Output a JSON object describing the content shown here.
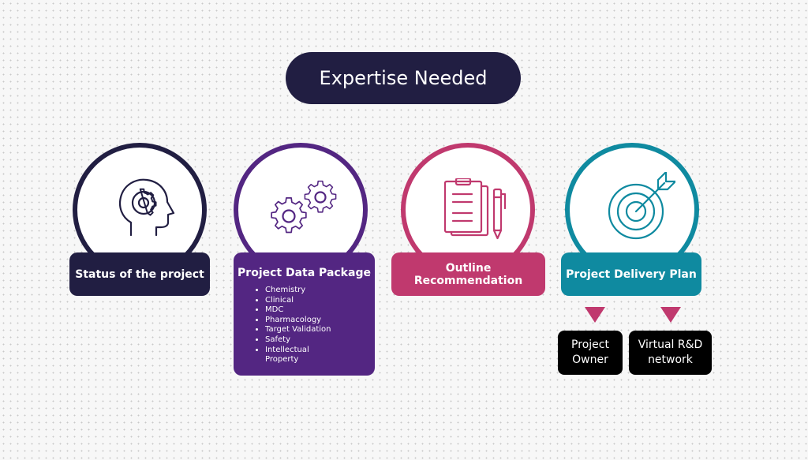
{
  "title": "Expertise Needed",
  "colors": {
    "navy": "#211e42",
    "purple": "#532682",
    "pink": "#c0396e",
    "teal": "#0f8aa0",
    "role_box": "#000000"
  },
  "stages": [
    {
      "label": "Status of the project",
      "icon": "head-gear-icon",
      "color": "#211e42"
    },
    {
      "label": "Project Data Package",
      "icon": "gears-icon",
      "color": "#532682",
      "items": [
        "Chemistry",
        "Clinical",
        "MDC",
        "Pharmacology",
        "Target Validation",
        "Safety",
        "Intellectual Property"
      ]
    },
    {
      "label": "Outline Recommendation",
      "icon": "clipboard-pen-icon",
      "color": "#c0396e"
    },
    {
      "label": "Project Delivery Plan",
      "icon": "target-arrow-icon",
      "color": "#0f8aa0"
    }
  ],
  "delivery_roles": [
    "Project Owner",
    "Virtual R&D network"
  ]
}
